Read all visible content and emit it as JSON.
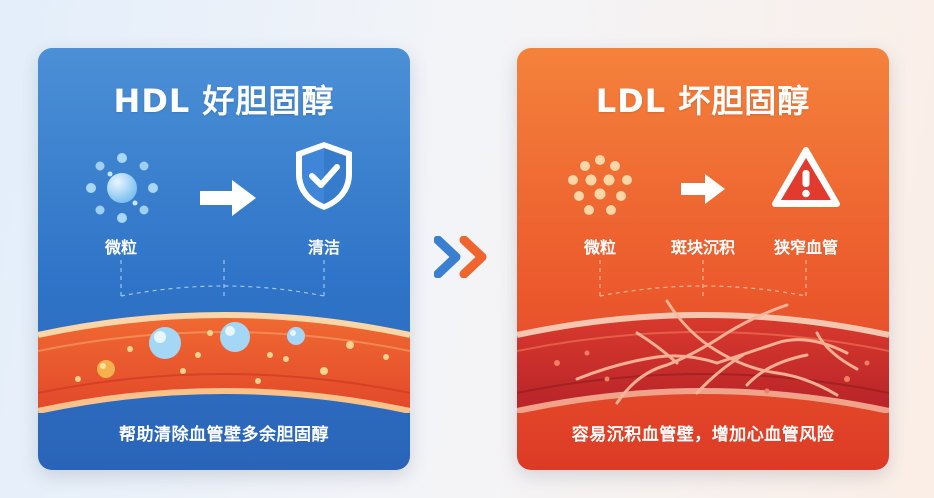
{
  "colors": {
    "hdl_card": "#2f74c8",
    "ldl_card": "#ec5b2d",
    "vessel_red": "#e2482a",
    "vessel_dark_red": "#b8232a",
    "shield_blue": "#3f86d8",
    "warning_red": "#e23a2c",
    "chevron_blue": "#3a7fd0",
    "chevron_orange": "#f0652e"
  },
  "hdl": {
    "title": "HDL 好胆固醇",
    "icons": [
      "particles-icon",
      "arrow-right-icon",
      "shield-check-icon"
    ],
    "step1_label": "微粒",
    "step2_label": "清洁",
    "caption": "帮助清除血管壁多余胆固醇"
  },
  "ldl": {
    "title": "LDL 坏胆固醇",
    "icons": [
      "particles-icon",
      "arrow-right-icon",
      "warning-icon"
    ],
    "step1_label": "微粒",
    "step2_label": "斑块沉积",
    "step3_label": "狭窄血管",
    "caption": "容易沉积血管壁，增加心血管风险"
  },
  "middle": {
    "icon": "double-chevron-right-icon"
  }
}
